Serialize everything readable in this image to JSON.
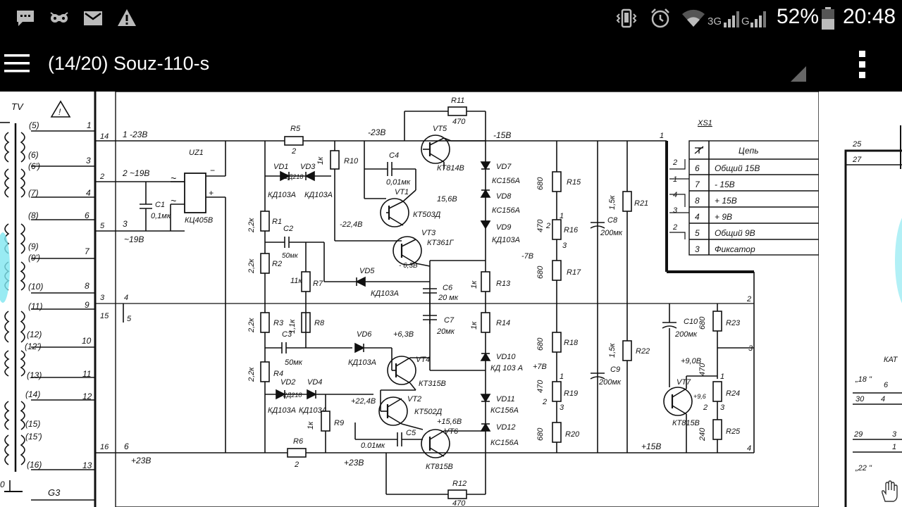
{
  "status_bar": {
    "battery_percent": "52%",
    "time": "20:48",
    "network_label": "3G",
    "network_label_2": "G",
    "left_icons": [
      "message-icon",
      "gamepad-icon",
      "mail-icon",
      "warning-icon"
    ],
    "right_icons": [
      "vibrate-icon",
      "alarm-icon",
      "wifi-icon",
      "signal-icon",
      "signal-icon",
      "battery-icon"
    ]
  },
  "app_bar": {
    "title": "(14/20) Souz-110-s",
    "menu_icon": "hamburger-menu-icon",
    "overflow_icon": "more-vert-icon"
  },
  "schematic": {
    "left_panel": {
      "label_tv": "TV",
      "winding_labels": [
        "(5)",
        "(6)",
        "(6')",
        "(7)",
        "(8)",
        "(9)",
        "(9')",
        "(10)",
        "(11)",
        "(12)",
        "(12')",
        "(13)",
        "(14)",
        "(15)",
        "(15')",
        "(16)"
      ],
      "pin_numbers": [
        "1",
        "3",
        "4",
        "6",
        "7",
        "8",
        "9",
        "10",
        "11",
        "12",
        "13"
      ],
      "bottom_labels": [
        "0",
        "G3"
      ]
    },
    "main": {
      "rail_labels": [
        "1 -23В",
        "2 ~19В",
        "3",
        "~19В",
        "6",
        "+23В",
        "-23В",
        "-15В",
        "+23В",
        "+15В"
      ],
      "edge_numbers": [
        "14",
        "2",
        "5",
        "3",
        "15",
        "16",
        "4",
        "5",
        "1",
        "2",
        "3",
        "4",
        "1"
      ],
      "components": [
        {
          "ref": "UZ1",
          "value": "КЦ405В"
        },
        {
          "ref": "C1",
          "value": "0,1мк"
        },
        {
          "ref": "R5",
          "value": "2"
        },
        {
          "ref": "R10",
          "value": "1к"
        },
        {
          "ref": "C4",
          "value": "0,01мк"
        },
        {
          "ref": "VD1",
          "value": "2Д218"
        },
        {
          "ref": "VD3",
          "value": ""
        },
        {
          "ref": "VT5",
          "value": "КТ814В"
        },
        {
          "ref": "R11",
          "value": "470"
        },
        {
          "ref": "VT1",
          "value": "КТ503Д"
        },
        {
          "ref": "VT3",
          "value": "КТ361Г"
        },
        {
          "ref": "R1",
          "value": "2,2к"
        },
        {
          "ref": "R2",
          "value": "2,2к"
        },
        {
          "ref": "C2",
          "value": "50мк"
        },
        {
          "ref": "R7",
          "value": "11к"
        },
        {
          "ref": "VD5",
          "value": "КД103А"
        },
        {
          "ref": "C6",
          "value": "20 мк"
        },
        {
          "ref": "VD7",
          "value": "КС156А"
        },
        {
          "ref": "VD8",
          "value": "КС156А"
        },
        {
          "ref": "VD9",
          "value": "КД103А"
        },
        {
          "ref": "R13",
          "value": "1к"
        },
        {
          "ref": "R15",
          "value": "680"
        },
        {
          "ref": "R16",
          "value": "470"
        },
        {
          "ref": "R17",
          "value": "680"
        },
        {
          "ref": "C8",
          "value": "200мк"
        },
        {
          "ref": "R21",
          "value": "1,5к"
        },
        {
          "ref": "R3",
          "value": "2,2к"
        },
        {
          "ref": "R8",
          "value": "1,1к"
        },
        {
          "ref": "C3",
          "value": "50мк"
        },
        {
          "ref": "R4",
          "value": "2,2к"
        },
        {
          "ref": "VD6",
          "value": "КД103А"
        },
        {
          "ref": "C7",
          "value": "20мк"
        },
        {
          "ref": "R14",
          "value": "1к"
        },
        {
          "ref": "VT4",
          "value": "КТ315В"
        },
        {
          "ref": "VD10",
          "value": "КД 103 А"
        },
        {
          "ref": "VD2",
          "value": "2Д218"
        },
        {
          "ref": "VD4",
          "value": ""
        },
        {
          "ref": "VT2",
          "value": "КТ502Д"
        },
        {
          "ref": "R9",
          "value": "1к"
        },
        {
          "ref": "C5",
          "value": "0.01мк"
        },
        {
          "ref": "VT6",
          "value": "КТ815В"
        },
        {
          "ref": "VD11",
          "value": "КС156А"
        },
        {
          "ref": "VD12",
          "value": "КС156А"
        },
        {
          "ref": "R6",
          "value": "2"
        },
        {
          "ref": "R12",
          "value": "470"
        },
        {
          "ref": "R18",
          "value": "680"
        },
        {
          "ref": "R19",
          "value": "470"
        },
        {
          "ref": "R20",
          "value": "680"
        },
        {
          "ref": "C9",
          "value": "200мк"
        },
        {
          "ref": "R22",
          "value": "1,5к"
        },
        {
          "ref": "C10",
          "value": "200мк"
        },
        {
          "ref": "R23",
          "value": "680"
        },
        {
          "ref": "VT7",
          "value": "КТ815В"
        },
        {
          "ref": "R24",
          "value": "470"
        },
        {
          "ref": "R25",
          "value": "240"
        }
      ],
      "voltage_labels": [
        "-22,4В",
        "15,6В",
        "- 6,3В",
        "-7В",
        "+6,3В",
        "+7В",
        "+22,4В",
        "+15,6В",
        "+9,0В",
        "+9,6"
      ],
      "misc_labels": [
        "КД103А",
        "КД103А",
        "КД103А",
        "КД103А"
      ]
    },
    "connector": {
      "ref": "XS1",
      "header": "Цепь",
      "rows": [
        {
          "left": "2",
          "pin": "6",
          "signal": "Общий 15В"
        },
        {
          "left": "1",
          "pin": "7",
          "signal": "- 15В"
        },
        {
          "left": "4",
          "pin": "8",
          "signal": "+ 15В"
        },
        {
          "left": "3",
          "pin": "4",
          "signal": "+ 9В"
        },
        {
          "left": "2",
          "pin": "5",
          "signal": "Общий 9В"
        },
        {
          "left": "",
          "pin": "3",
          "signal": "Фиксатор"
        }
      ]
    },
    "right_panel": {
      "labels": [
        "25",
        "27",
        "КАТ",
        "„18 \"",
        "6",
        "30",
        "4",
        "29",
        "3",
        "1",
        "„22 \""
      ]
    }
  }
}
